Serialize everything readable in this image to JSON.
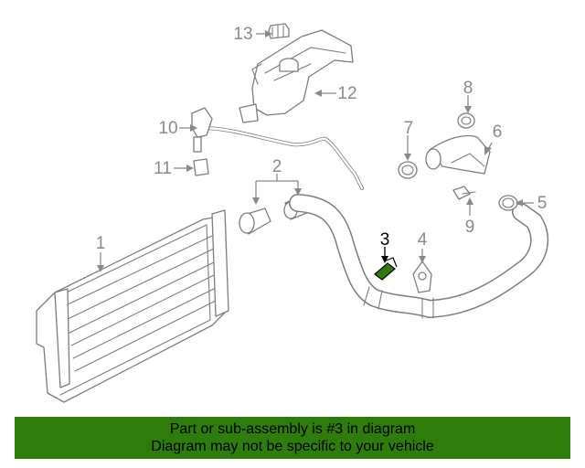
{
  "diagram": {
    "callouts": [
      "1",
      "2",
      "3",
      "4",
      "5",
      "6",
      "7",
      "8",
      "9",
      "10",
      "11",
      "12",
      "13"
    ],
    "highlighted_callout": "3",
    "highlight_color": "#2e7d0c"
  },
  "banner": {
    "line1": "Part or sub-assembly is #3 in diagram",
    "line2": "Diagram may not be specific to your vehicle",
    "background": "#2e7d0c"
  }
}
